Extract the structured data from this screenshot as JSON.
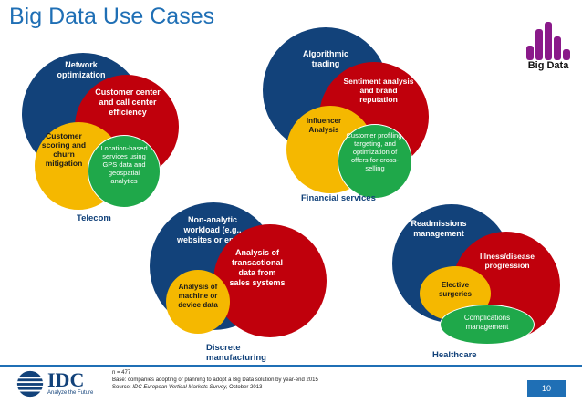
{
  "title": "Big Data Use Cases",
  "logo": {
    "label": "Big Data",
    "icon": "bar-chart-icon",
    "color": "#8a1a8a"
  },
  "clusters": {
    "telecom": {
      "caption": "Telecom",
      "blue": "Network optimization",
      "red": "Customer center and call center efficiency",
      "yellow": "Customer scoring and churn mitigation",
      "green": "Location-based services using GPS data and geospatial analytics"
    },
    "financial": {
      "caption": "Financial services",
      "blue": "Algorithmic trading",
      "red": "Sentiment analysis and brand reputation",
      "yellow": "Influencer Analysis",
      "green": "Customer profiling, targeting, and optimization of offers for cross-selling"
    },
    "manufacturing": {
      "caption": "Discrete manufacturing",
      "blue": "Non-analytic workload (e.g., websites or email)",
      "red": "Analysis of transactional data from sales systems",
      "yellow": "Analysis of machine or device data"
    },
    "healthcare": {
      "caption": "Healthcare",
      "blue": "Readmissions management",
      "red": "Illness/disease progression",
      "yellow": "Elective surgeries",
      "green": "Complications management"
    }
  },
  "footer": {
    "brand": "IDC",
    "tagline": "Analyze the Future",
    "n": "n = 477",
    "base": "Base: companies adopting or planning to adopt a Big Data solution by year-end 2015",
    "source_label": "Source: ",
    "source": "IDC European Vertical Markets Survey,",
    "source_date": " October 2013",
    "page": "10"
  },
  "colors": {
    "blue": "#12427a",
    "red": "#c0000c",
    "yellow": "#f5b800",
    "green": "#1fa84a",
    "accent": "#1f6fb5"
  }
}
